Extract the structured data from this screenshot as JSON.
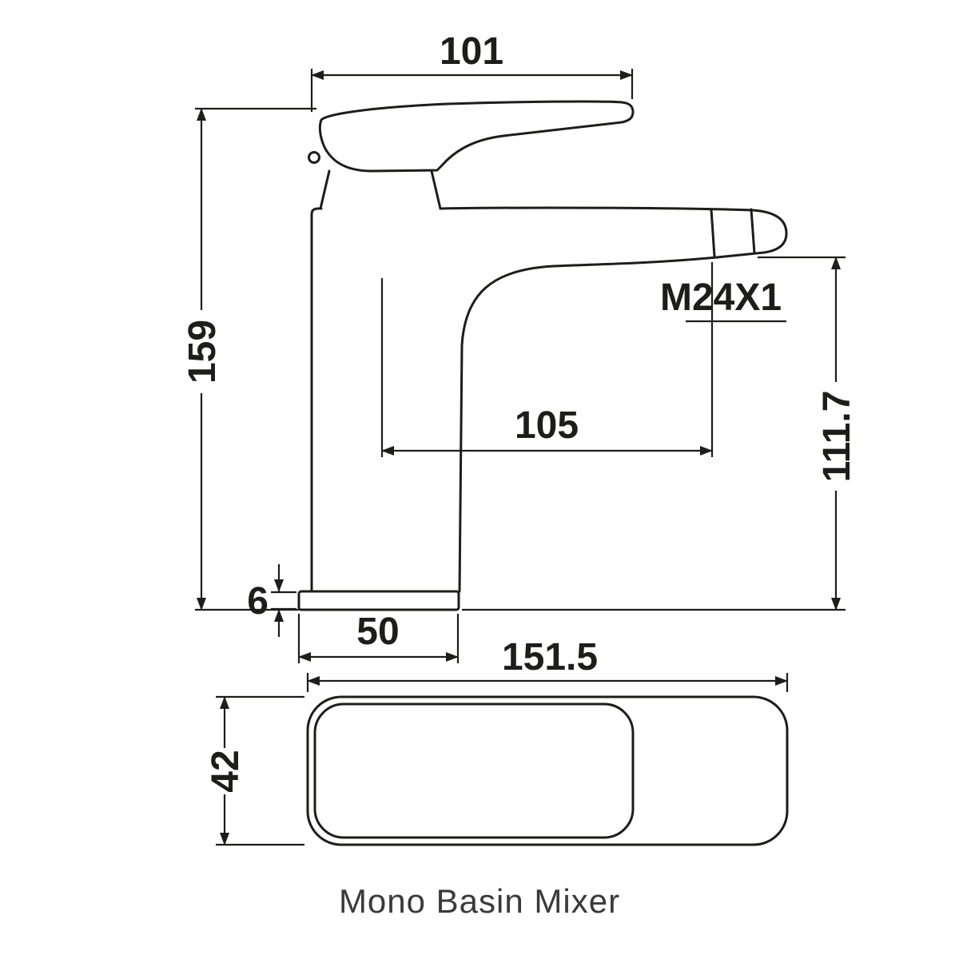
{
  "caption": "Mono Basin Mixer",
  "dims": {
    "handle_length": "101",
    "overall_height": "159",
    "aerator_thread": "M24X1",
    "spout_reach": "105",
    "outlet_height": "111.7",
    "base_plate_thickness": "6",
    "base_width": "50",
    "footprint_length": "151.5",
    "footprint_width": "42"
  },
  "colors": {
    "ink": "#1d1d1b",
    "caption_text": "#3a3a3a",
    "background": "#ffffff"
  }
}
